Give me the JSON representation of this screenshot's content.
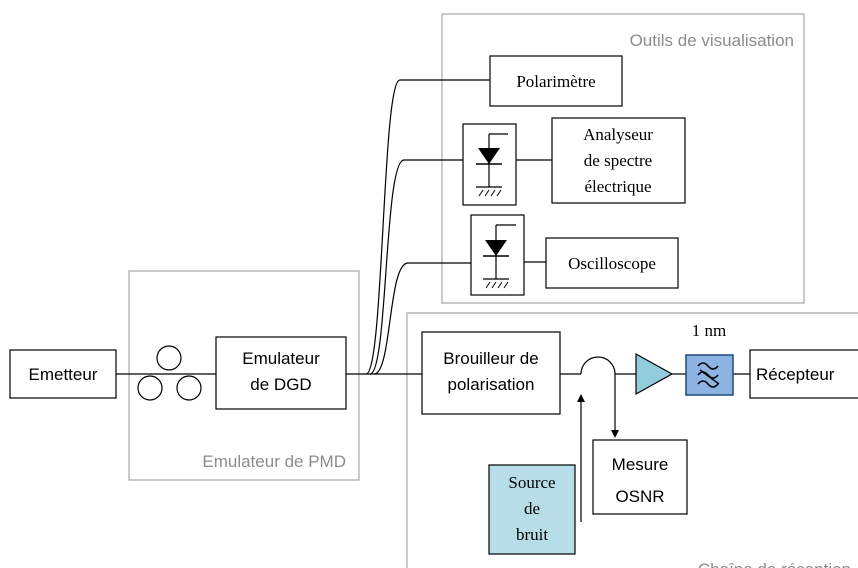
{
  "groups": {
    "visualisation": "Outils de visualisation",
    "pmd": "Emulateur de PMD",
    "reception": "Chaîne de réception"
  },
  "blocks": {
    "emetteur": "Emetteur",
    "dgd": [
      "Emulateur",
      "de DGD"
    ],
    "polarimetre": "Polarimètre",
    "analyseur": [
      "Analyseur",
      "de spectre",
      "électrique"
    ],
    "oscilloscope": "Oscilloscope",
    "brouilleur": [
      "Brouilleur de",
      "polarisation"
    ],
    "recepteur": "Récepteur",
    "mesure": [
      "Mesure",
      "OSNR"
    ],
    "source": [
      "Source",
      "de",
      "bruit"
    ]
  },
  "filter_label": "1 nm",
  "colors": {
    "group_border": "#a6a6a6",
    "group_text": "#8c8c8c",
    "noise_source_fill": "#b7dee8",
    "amplifier_fill": "#93cddd",
    "filter_fill": "#8db3e2",
    "filter_border": "#1f497d"
  }
}
